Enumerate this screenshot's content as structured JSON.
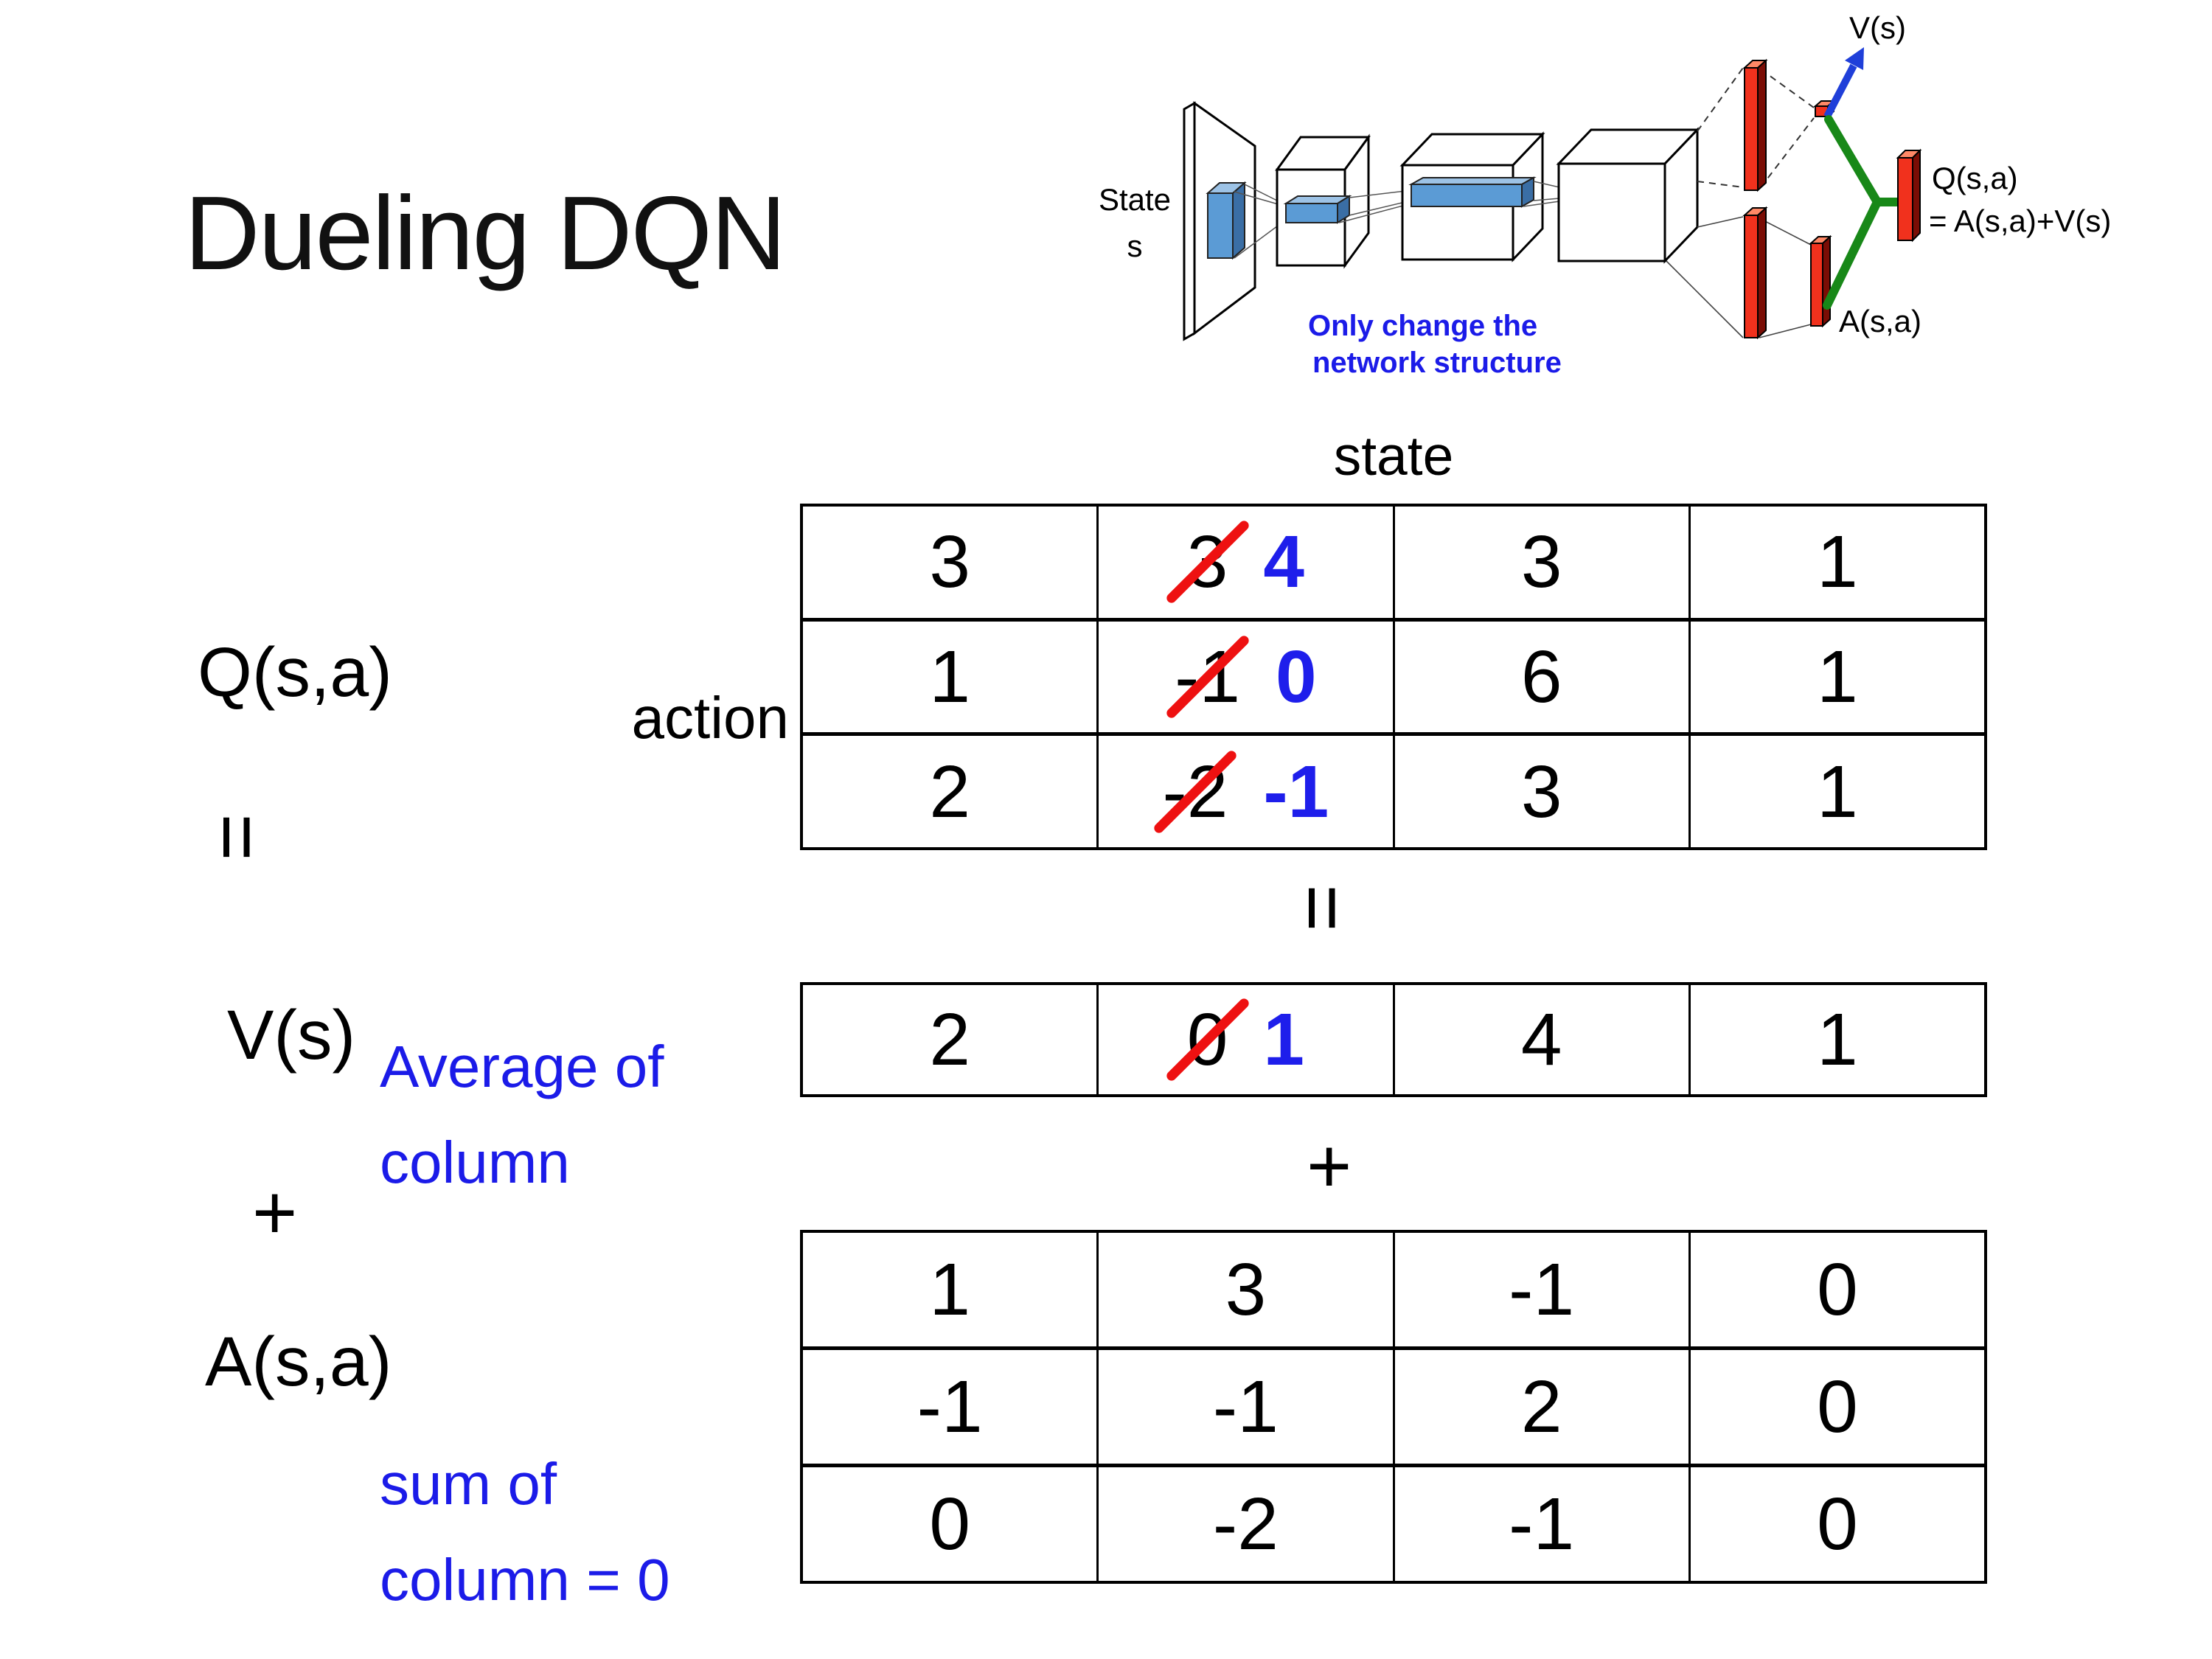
{
  "slide": {
    "title": "Dueling DQN"
  },
  "diagram": {
    "state_line1": "State",
    "state_line2": "s",
    "note_line1": "Only change the",
    "note_line2": "network structure",
    "v_out_label": "V(s)",
    "a_out_label": "A(s,a)",
    "q_out_line1": "Q(s,a)",
    "q_out_line2": "= A(s,a)+V(s)"
  },
  "equation": {
    "q_label": "Q(s,a)",
    "equals_left": "=",
    "equals_center": "=",
    "v_label": "V(s)",
    "plus_left": "+",
    "plus_center": "+",
    "a_label": "A(s,a)",
    "state_header": "state",
    "action_header": "action",
    "avg_note_line1": "Average of",
    "avg_note_line2": "column",
    "sum_note_line1": "sum of",
    "sum_note_line2": "column = 0"
  },
  "q_table": {
    "rows": [
      {
        "c0": "3",
        "old": "3",
        "new": "4",
        "c2": "3",
        "c3": "1"
      },
      {
        "c0": "1",
        "old": "-1",
        "new": "0",
        "c2": "6",
        "c3": "1"
      },
      {
        "c0": "2",
        "old": "-2",
        "new": "-1",
        "c2": "3",
        "c3": "1"
      }
    ]
  },
  "v_table": {
    "c0": "2",
    "old": "0",
    "new": "1",
    "c2": "4",
    "c3": "1"
  },
  "a_table": {
    "rows": [
      [
        "1",
        "3",
        "-1",
        "0"
      ],
      [
        "-1",
        "-1",
        "2",
        "0"
      ],
      [
        "0",
        "-2",
        "-1",
        "0"
      ]
    ]
  },
  "colors": {
    "accent_blue": "#1e1eeb",
    "note_blue": "#1b1be8",
    "strike_red": "#ee1111",
    "bar_red": "#f1311d",
    "bar_red_dark": "#7a0d05",
    "green": "#188818",
    "slab_blue": "#5b9bd5"
  }
}
